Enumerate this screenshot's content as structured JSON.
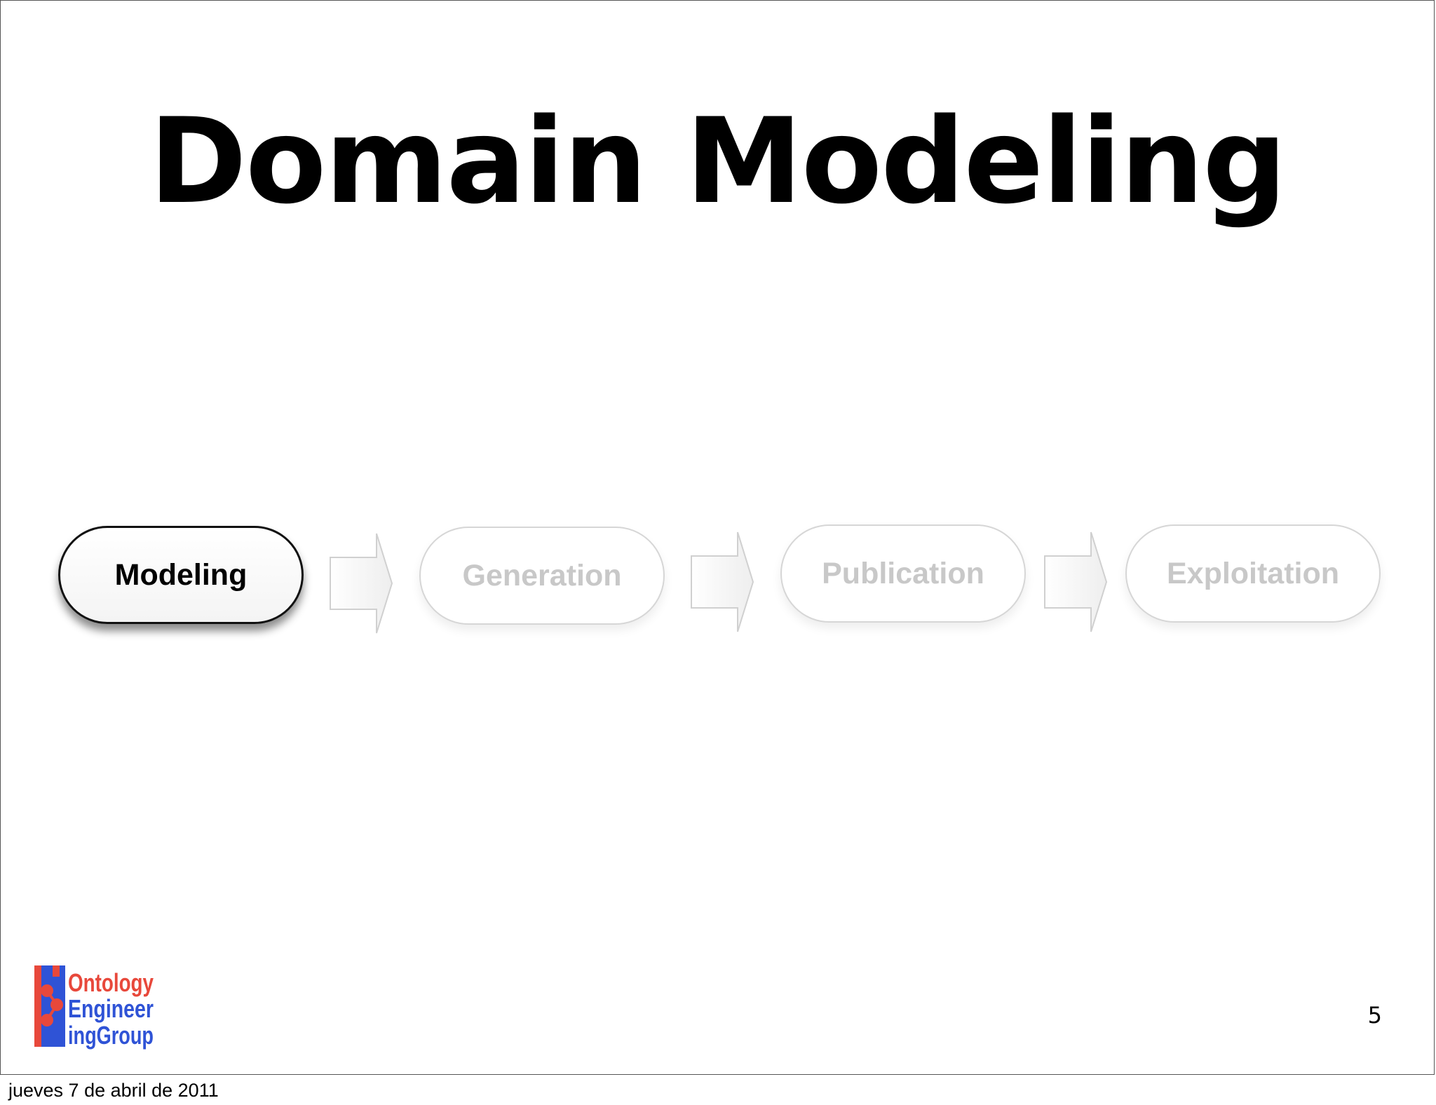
{
  "slide": {
    "title": "Domain Modeling",
    "page_number": "5"
  },
  "pipeline": {
    "steps": [
      {
        "label": "Modeling",
        "state": "active"
      },
      {
        "label": "Generation",
        "state": "inactive"
      },
      {
        "label": "Publication",
        "state": "inactive"
      },
      {
        "label": "Exploitation",
        "state": "inactive"
      }
    ],
    "arrow_icon": "right-arrow-icon"
  },
  "logo": {
    "lines": [
      "Ontology",
      "Engineer",
      "ingGroup"
    ],
    "colors": {
      "blue": "#2f53d6",
      "red": "#e8483b"
    }
  },
  "footer": {
    "date": "jueves 7 de abril de 2011"
  },
  "colors": {
    "active_border": "#111111",
    "inactive_border": "#d6d6d6",
    "inactive_text": "#c8c8c8"
  }
}
